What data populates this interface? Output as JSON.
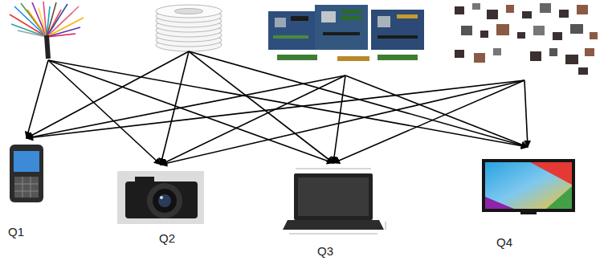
{
  "diagram": {
    "nodes": [
      {
        "text": []
      },
      {
        "text": []
      },
      {
        "text": []
      },
      {
        "text": []
      },
      {
        "text": [
          "Q1"
        ]
      },
      {
        "text": [
          "Q2"
        ]
      },
      {
        "text": [
          "Q3"
        ]
      },
      {
        "text": [
          "Q4"
        ]
      }
    ],
    "edges": [
      {
        "from": 0,
        "to": 4,
        "arrow": "to"
      },
      {
        "from": 0,
        "to": 5,
        "arrow": "to"
      },
      {
        "from": 0,
        "to": 6,
        "arrow": "to"
      },
      {
        "from": 0,
        "to": 7,
        "arrow": "to"
      },
      {
        "from": 1,
        "to": 4,
        "arrow": "to"
      },
      {
        "from": 1,
        "to": 5,
        "arrow": "to"
      },
      {
        "from": 1,
        "to": 6,
        "arrow": "to"
      },
      {
        "from": 1,
        "to": 7,
        "arrow": "to"
      },
      {
        "from": 2,
        "to": 4,
        "arrow": "to"
      },
      {
        "from": 2,
        "to": 5,
        "arrow": "to"
      },
      {
        "from": 2,
        "to": 6,
        "arrow": "to"
      },
      {
        "from": 2,
        "to": 7,
        "arrow": "to"
      },
      {
        "from": 3,
        "to": 4,
        "arrow": "to"
      },
      {
        "from": 3,
        "to": 5,
        "arrow": "to"
      },
      {
        "from": 3,
        "to": 6,
        "arrow": "to"
      },
      {
        "from": 3,
        "to": 7,
        "arrow": "to"
      }
    ]
  }
}
